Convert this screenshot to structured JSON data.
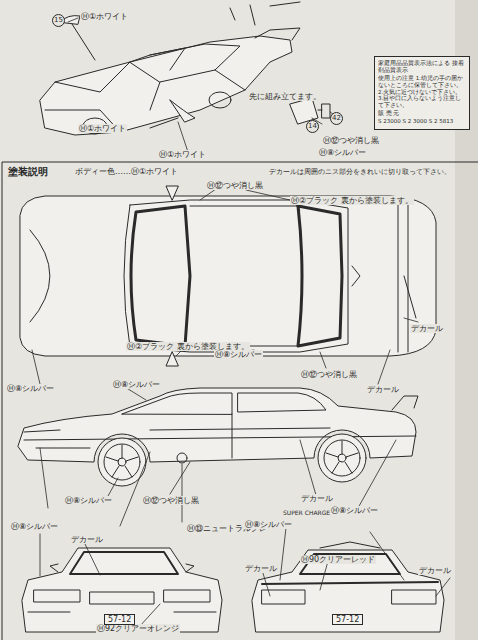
{
  "diagram": {
    "title": "塗装説明",
    "nodes": [
      {
        "text": [
          "家庭用品品質表示法による 接着剤品質表示",
          "使用上の注意 1.幼児の手の届かないところに保管して下さい。 2.火気に近づけないで下さい。 3.目や口に入らないよう注意して下さい。",
          "販 売 元",
          "S 23000 S 2 3000 S 2 5813"
        ]
      }
    ],
    "labels": [
      "15",
      "Ⓗ①ホワイト",
      "Ⓗ①ホワイト",
      "Ⓗ①ホワイト",
      "先に組み立てます。",
      "14",
      "42",
      "Ⓗ⑫つや消し黒",
      "Ⓗ⑧シルバー",
      "ボディー色……Ⓗ①ホワイト",
      "デカールは周囲のニス部分をきれいに切り取って下さい。",
      "Ⓗ⑫つや消し黒",
      "Ⓗ②ブラック 裏から塗装します。",
      "デカール",
      "Ⓗ②ブラック 裏から塗装します。",
      "Ⓗ⑧シルバー",
      "Ⓗ⑫つや消し黒",
      "Ⓗ⑧シルバー",
      "デカール",
      "Ⓗ⑧シルバー",
      "Ⓗ⑧シルバー",
      "Ⓗ⑫つや消し黒",
      "デカール",
      "Ⓗ⑬ニュートラルグレー",
      "SUPER CHARGER",
      "Ⓗ⑧シルバー",
      "Ⓗ⑧シルバー",
      "デカール",
      "Ⓗ⑧シルバー",
      "Ⓗ90クリアーレッド",
      "デカール",
      "デカール",
      "Ⓗ92クリアーオレンジ",
      "57-12",
      "57-12"
    ]
  }
}
